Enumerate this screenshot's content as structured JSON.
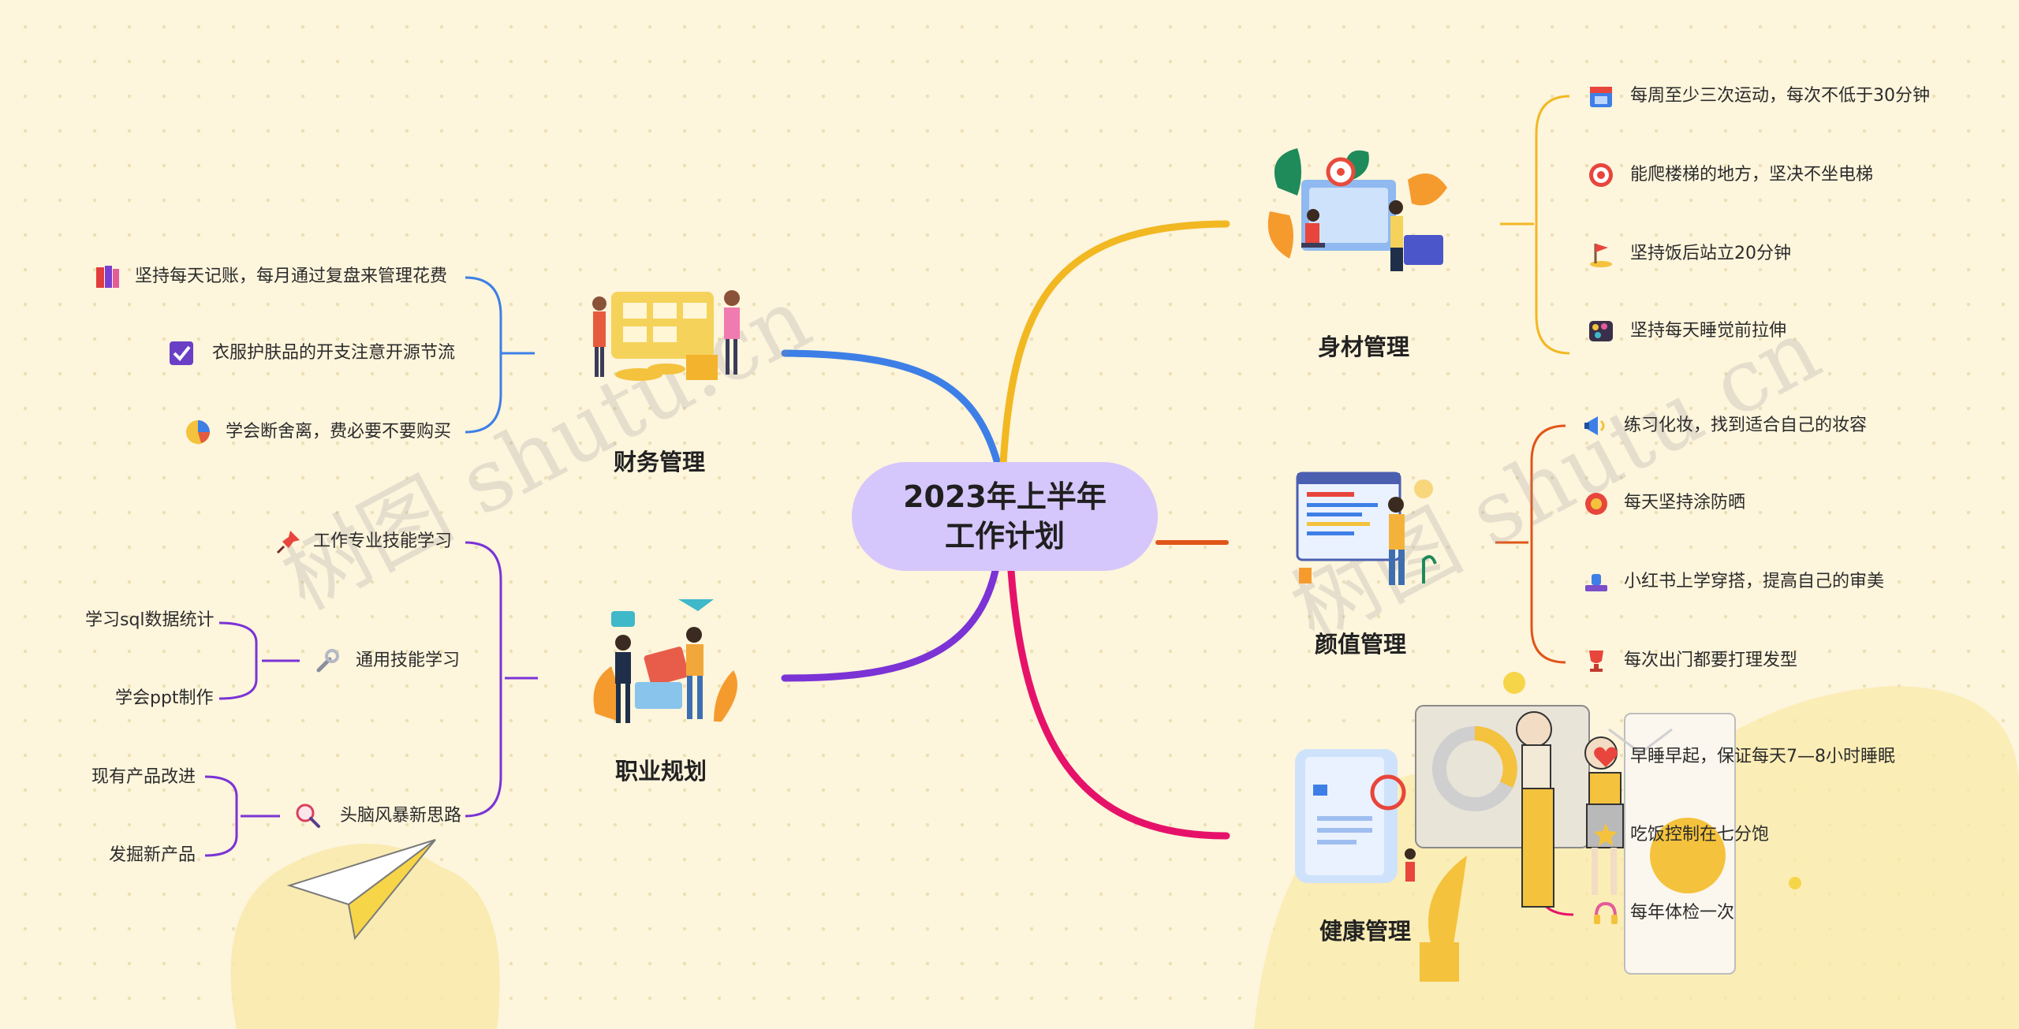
{
  "center": {
    "line1": "2023年上半年",
    "line2": "工作计划"
  },
  "watermark": {
    "left": "树图 shutu.cn",
    "right": "树图 shutu.cn"
  },
  "colors": {
    "background": "#fdf5dc",
    "finance": "#3d7fe6",
    "career": "#7b33d6",
    "body": "#f2b822",
    "looks": "#e0561a",
    "health": "#e6126a",
    "center": "#d5c6fb"
  },
  "branches": {
    "finance": {
      "label": "财务管理",
      "items": [
        {
          "text": "坚持每天记账，每月通过复盘来管理花费",
          "icon": "books-icon"
        },
        {
          "text": "衣服护肤品的开支注意开源节流",
          "icon": "checkbox-icon"
        },
        {
          "text": "学会断舍离，费必要不要购买",
          "icon": "pie-chart-icon"
        }
      ]
    },
    "career": {
      "label": "职业规划",
      "items": [
        {
          "text": "工作专业技能学习",
          "icon": "pushpin-icon",
          "children": []
        },
        {
          "text": "通用技能学习",
          "icon": "wrench-icon",
          "children": [
            "学习sql数据统计",
            "学会ppt制作"
          ]
        },
        {
          "text": "头脑风暴新思路",
          "icon": "magnifier-icon",
          "children": [
            "现有产品改进",
            "发掘新产品"
          ]
        }
      ]
    },
    "body": {
      "label": "身材管理",
      "items": [
        {
          "text": "每周至少三次运动，每次不低于30分钟",
          "icon": "calendar-icon"
        },
        {
          "text": "能爬楼梯的地方，坚决不坐电梯",
          "icon": "target-icon"
        },
        {
          "text": "坚持饭后站立20分钟",
          "icon": "flag-icon"
        },
        {
          "text": "坚持每天睡觉前拉伸",
          "icon": "palette-icon"
        }
      ]
    },
    "looks": {
      "label": "颜值管理",
      "items": [
        {
          "text": "练习化妆，找到适合自己的妆容",
          "icon": "megaphone-icon"
        },
        {
          "text": "每天坚持涂防晒",
          "icon": "gift-icon"
        },
        {
          "text": "小红书上学穿搭，提高自己的审美",
          "icon": "stamp-icon"
        },
        {
          "text": "每次出门都要打理发型",
          "icon": "trophy-icon"
        }
      ]
    },
    "health": {
      "label": "健康管理",
      "items": [
        {
          "text": "早睡早起，保证每天7—8小时睡眠",
          "icon": "heart-icon"
        },
        {
          "text": "吃饭控制在七分饱",
          "icon": "star-icon"
        },
        {
          "text": "每年体检一次",
          "icon": "headphones-icon"
        }
      ]
    }
  }
}
